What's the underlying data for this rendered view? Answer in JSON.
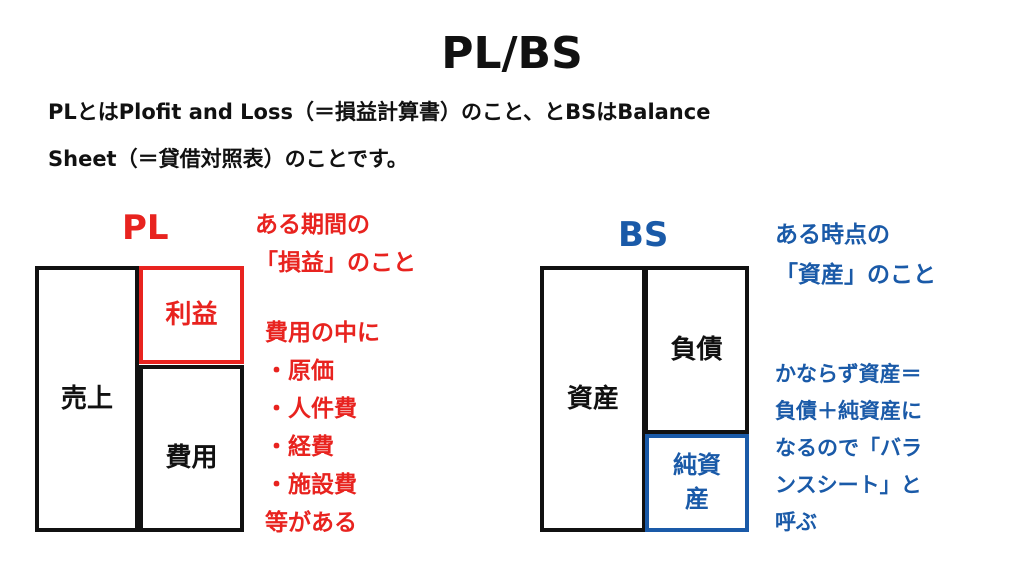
{
  "title": "PL/BS",
  "intro": [
    "PLとはPlofit and Loss（＝損益計算書）のこと、とBSはBalance",
    "Sheet（＝貸借対照表）のことです。"
  ],
  "pl": {
    "heading": "PL",
    "sales": "売上",
    "profit": "利益",
    "expenses": "費用",
    "note1": [
      "ある期間の",
      "「損益」のこと"
    ],
    "note2": [
      "費用の中に",
      "・原価",
      "・人件費",
      "・経費",
      "・施設費",
      "等がある"
    ]
  },
  "bs": {
    "heading": "BS",
    "assets": "資産",
    "liabilities": "負債",
    "net_assets": [
      "純資",
      "産"
    ],
    "note1": [
      "ある時点の",
      "「資産」のこと"
    ],
    "note2": [
      "かならず資産＝",
      "負債＋純資産に",
      "なるので「バラ",
      "ンスシート」と",
      "呼ぶ"
    ]
  },
  "colors": {
    "red": "#e8231f",
    "blue": "#1a5aa8"
  }
}
